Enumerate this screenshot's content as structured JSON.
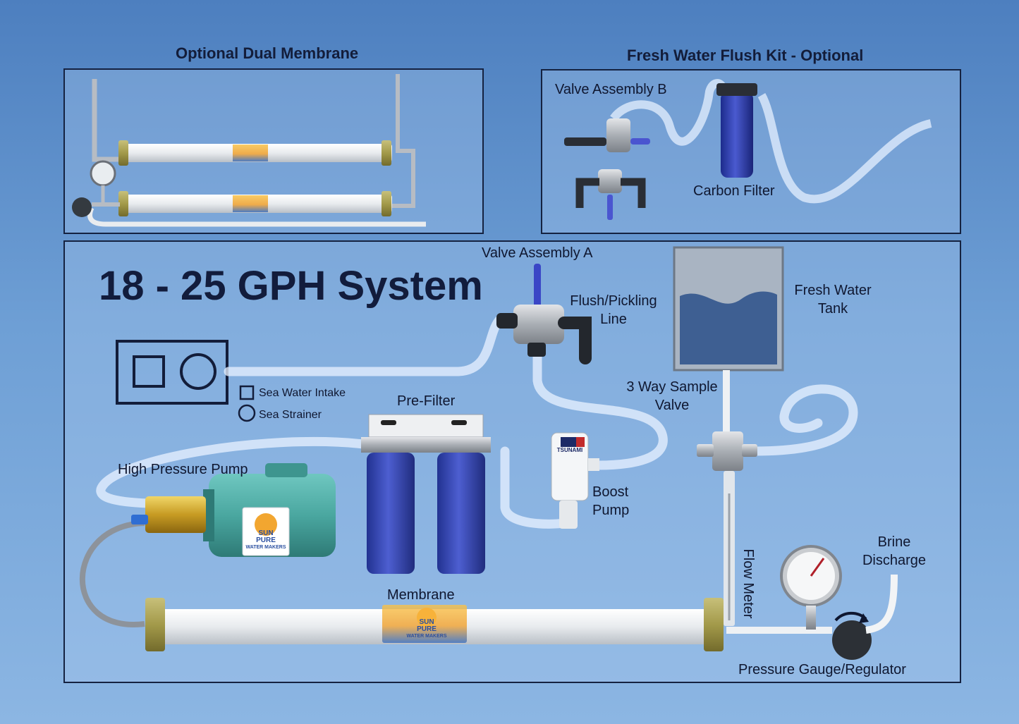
{
  "dual_membrane": {
    "title": "Optional Dual Membrane"
  },
  "flush_kit": {
    "title": "Fresh Water Flush Kit - Optional",
    "valve_b": "Valve Assembly B",
    "carbon_filter": "Carbon Filter"
  },
  "system": {
    "title": "18 - 25 GPH System",
    "valve_a": "Valve Assembly A",
    "flush_line_1": "Flush/Pickling",
    "flush_line_2": "Line",
    "tank_1": "Fresh Water",
    "tank_2": "Tank",
    "sample_1": "3 Way Sample",
    "sample_2": "Valve",
    "intake_legend": "Sea Water Intake",
    "strainer_legend": "Sea Strainer",
    "prefilter": "Pre-Filter",
    "hp_pump": "High Pressure Pump",
    "boost_1": "Boost",
    "boost_2": "Pump",
    "membrane": "Membrane",
    "flow_meter": "Flow Meter",
    "brine_1": "Brine",
    "brine_2": "Discharge",
    "gauge": "Pressure Gauge/Regulator"
  },
  "brand": {
    "line1": "SUN",
    "line2": "PURE",
    "line3": "WATER MAKERS",
    "pump_label": "TSUNAMI"
  }
}
